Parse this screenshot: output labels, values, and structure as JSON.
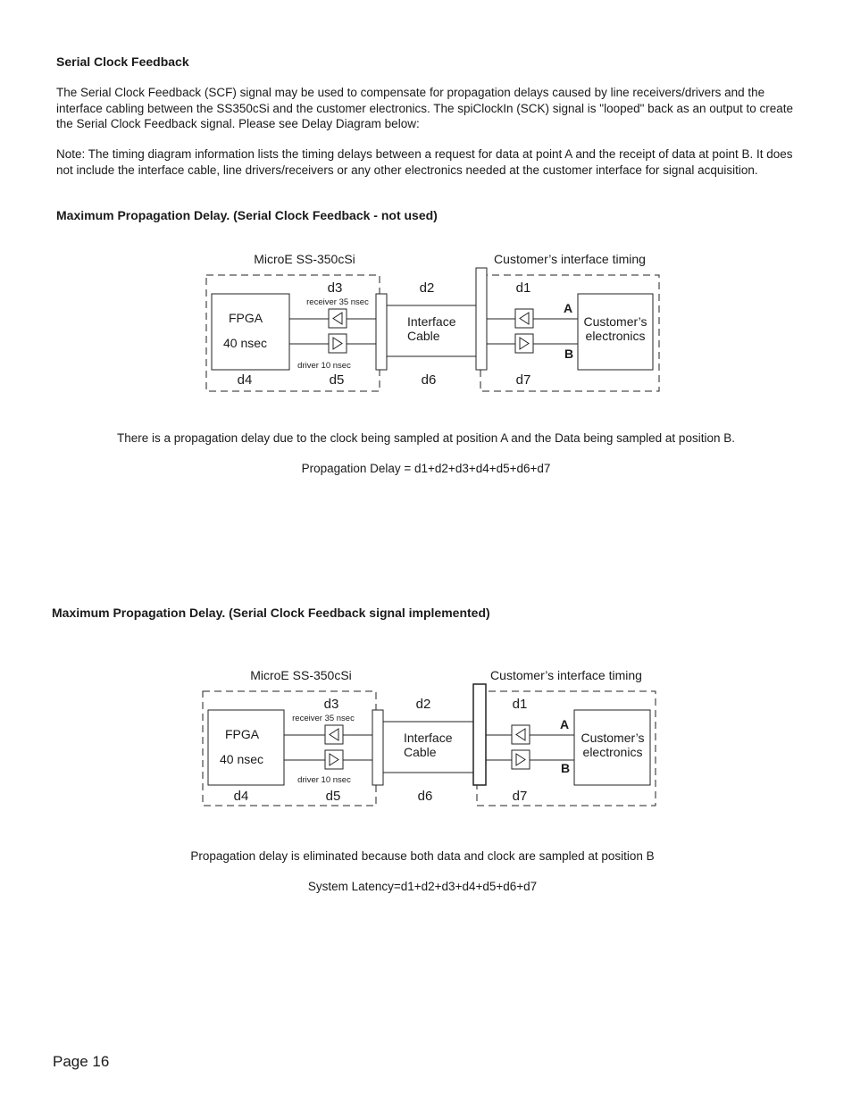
{
  "heading1": "Serial Clock Feedback",
  "para1": "The Serial Clock Feedback (SCF) signal may be used to compensate for propagation delays caused by line receivers/drivers and the interface cabling between the SS350cSi and the customer electronics.  The spiClockIn (SCK) signal is \"looped\" back as an output to create the Serial Clock Feedback signal. Please see Delay Diagram below:",
  "para2": "Note: The timing diagram information lists the timing delays between a request for data at point A and the receipt of data at point B. It does not include the interface cable, line drivers/receivers or any other electronics needed at the customer interface for signal acquisition.",
  "section1": {
    "heading": "Maximum Propagation Delay. (Serial Clock Feedback - not used)",
    "caption": "There is a propagation delay due to the clock being sampled at position A and the Data being sampled at position B.",
    "formula": "Propagation Delay = d1+d2+d3+d4+d5+d6+d7"
  },
  "section2": {
    "heading": "Maximum Propagation Delay. (Serial Clock Feedback signal implemented)",
    "caption": "Propagation delay is eliminated because both data and clock are sampled at position B",
    "formula": "System Latency=d1+d2+d3+d4+d5+d6+d7"
  },
  "diagram": {
    "left_title": "MicroE SS-350cSi",
    "right_title": "Customer’s interface timing",
    "fpga": "FPGA",
    "fpga_delay": "40 nsec",
    "receiver": "receiver 35 nsec",
    "driver": "driver 10 nsec",
    "cable_line1": "Interface",
    "cable_line2": "Cable",
    "customer_line1": "Customer’s",
    "customer_line2": "electronics",
    "point_a": "A",
    "point_b": "B",
    "d1": "d1",
    "d2": "d2",
    "d3": "d3",
    "d4": "d4",
    "d5": "d5",
    "d6": "d6",
    "d7": "d7"
  },
  "footer": {
    "page_label": "Page  16"
  }
}
